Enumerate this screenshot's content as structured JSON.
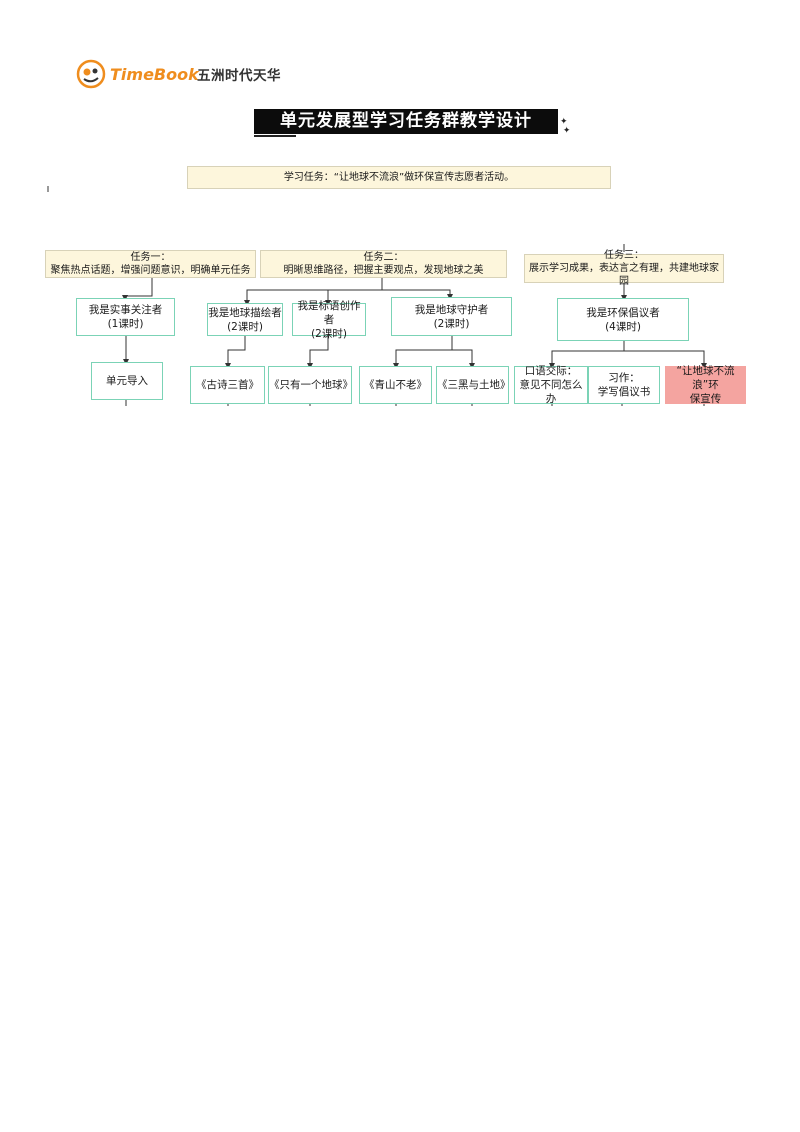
{
  "header": {
    "brand_en": "TimeBook",
    "brand_cn": "五洲时代天华",
    "title": "单元发展型学习任务群教学设计"
  },
  "colors": {
    "brand_orange": "#ef8d1e",
    "banner_black": "#0c0c0c",
    "task_box_fill": "#fdf6dc",
    "node_border_green": "#7bd3b6",
    "highlight_red": "#f4a4a0"
  },
  "diagram": {
    "main_task": "学习任务：“让地球不流浪”做环保宣传志愿者活动。",
    "tasks": [
      {
        "title": "任务一：",
        "desc": "聚焦热点话题，增强问题意识，明确单元任务"
      },
      {
        "title": "任务二：",
        "desc": "明晰思维路径，把握主要观点，发现地球之美"
      },
      {
        "title": "任务三：",
        "desc": "展示学习成果，表达言之有理，共建地球家园"
      }
    ],
    "roles": [
      {
        "name": "我是实事关注者",
        "hours": "(1课时)"
      },
      {
        "name": "我是地球描绘者",
        "hours": "(2课时)"
      },
      {
        "name": "我是标语创作者",
        "hours": "(2课时)"
      },
      {
        "name": "我是地球守护者",
        "hours": "(2课时)"
      },
      {
        "name": "我是环保倡议者",
        "hours": "(4课时)"
      }
    ],
    "lessons": [
      {
        "line1": "单元导入",
        "line2": ""
      },
      {
        "line1": "《古诗三首》",
        "line2": ""
      },
      {
        "line1": "《只有一个地球》",
        "line2": ""
      },
      {
        "line1": "《青山不老》",
        "line2": ""
      },
      {
        "line1": "《三黑与土地》",
        "line2": ""
      },
      {
        "line1": "口语交际：",
        "line2": "意见不同怎么办"
      },
      {
        "line1": "习作：",
        "line2": "学写倡议书"
      },
      {
        "line1": "“让地球不流浪”环",
        "line2": "保宣传"
      }
    ]
  }
}
